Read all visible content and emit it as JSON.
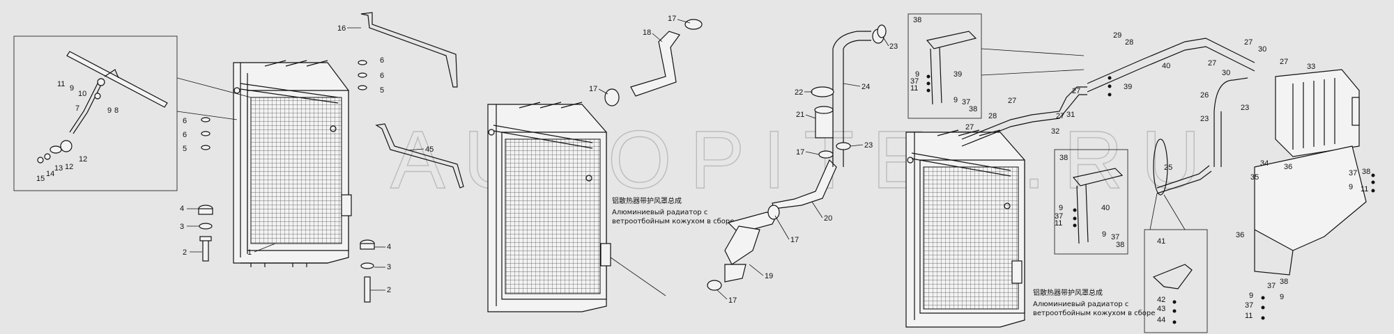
{
  "watermark": "AUTOPITER.RU",
  "captions": {
    "cn": "铝散热器带护风罩总成",
    "ru1": "Алюминиевый радиатор с",
    "ru2": "ветроотбойным кожухом в сборе"
  },
  "labels": {
    "n1": "1",
    "n2": "2",
    "n3": "3",
    "n4": "4",
    "n5": "5",
    "n6": "6",
    "n7": "7",
    "n8": "8",
    "n9": "9",
    "n10": "10",
    "n11": "11",
    "n12": "12",
    "n13": "13",
    "n14": "14",
    "n15": "15",
    "n16": "16",
    "n17": "17",
    "n18": "18",
    "n19": "19",
    "n20": "20",
    "n21": "21",
    "n22": "22",
    "n23": "23",
    "n24": "24",
    "n25": "25",
    "n26": "26",
    "n27": "27",
    "n28": "28",
    "n29": "29",
    "n30": "30",
    "n31": "31",
    "n32": "32",
    "n33": "33",
    "n34": "34",
    "n35": "35",
    "n36": "36",
    "n37": "37",
    "n38": "38",
    "n39": "39",
    "n40": "40",
    "n41": "41",
    "n42": "42",
    "n43": "43",
    "n44": "44",
    "n45": "45"
  }
}
